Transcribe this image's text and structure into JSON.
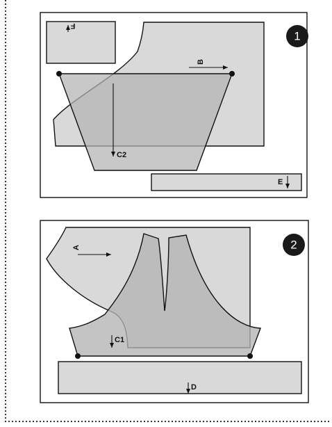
{
  "colors": {
    "background": "#ffffff",
    "frame_stroke": "#111111",
    "dotted_border": "#333333",
    "piece_light": "#d9d9d9",
    "piece_overlap": "#b3b3b3",
    "badge_fill": "#1a1a1a",
    "badge_text": "#ffffff"
  },
  "panels": [
    {
      "step": "1",
      "labels": {
        "f": "F",
        "b": "B",
        "c2": "C2",
        "e": "E"
      }
    },
    {
      "step": "2",
      "labels": {
        "a": "A",
        "c1": "C1",
        "d": "D"
      }
    }
  ]
}
